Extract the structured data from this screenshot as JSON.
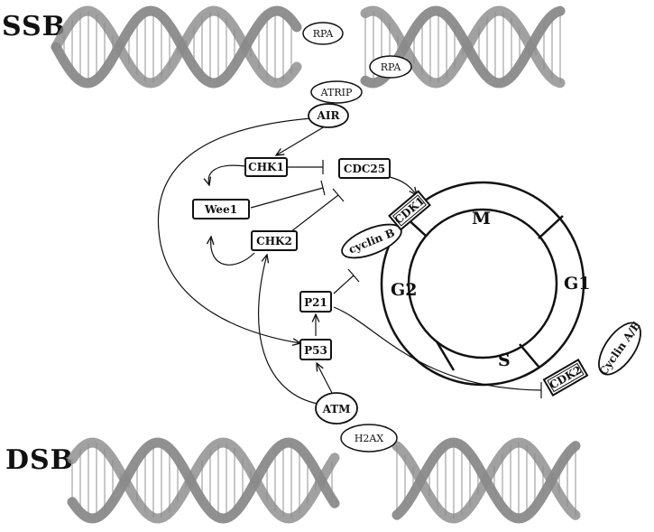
{
  "labels": {
    "ssb": "SSB",
    "dsb": "DSB"
  },
  "nodes": {
    "rpa_1": "RPA",
    "rpa_2": "RPA",
    "atrip": "ATRIP",
    "air": "AIR",
    "chk1": "CHK1",
    "cdc25": "CDC25",
    "wee1": "Wee1",
    "chk2": "CHK2",
    "cdk1": "CDK1",
    "cyclin_b": "cyclin B",
    "p21": "P21",
    "p53": "P53",
    "atm": "ATM",
    "h2ax": "H2AX",
    "cdk2": "CDK2",
    "cyclin_ae": "Cyclin A/E"
  },
  "cell_cycle": {
    "m": "M",
    "g1": "G1",
    "s": "S",
    "g2": "G2"
  },
  "colors": {
    "dna_strand": "#8a8a8a",
    "dna_rung": "#c8c8c8",
    "line": "#111111"
  }
}
